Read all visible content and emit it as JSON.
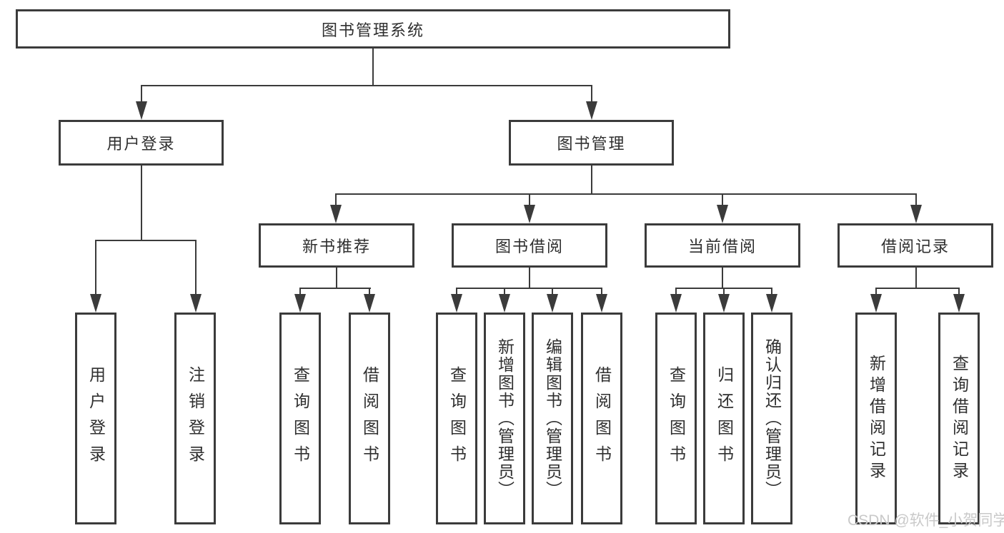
{
  "diagram": {
    "root": {
      "label": "图书管理系统"
    },
    "level2": [
      {
        "label": "用户登录"
      },
      {
        "label": "图书管理"
      }
    ],
    "level3": [
      {
        "label": "新书推荐"
      },
      {
        "label": "图书借阅"
      },
      {
        "label": "当前借阅"
      },
      {
        "label": "借阅记录"
      }
    ],
    "leaves": {
      "login": [
        "用户登录",
        "注销登录"
      ],
      "recommend": [
        "查询图书",
        "借阅图书"
      ],
      "borrow": [
        "查询图书",
        "新增图书（管理员）",
        "编辑图书（管理员）",
        "借阅图书"
      ],
      "current": [
        "查询图书",
        "归还图书",
        "确认归还（管理员）"
      ],
      "records": [
        "新增借阅记录",
        "查询借阅记录"
      ]
    }
  },
  "watermark": "CSDN @软件_小贺同学",
  "colors": {
    "line": "#3b3b3b",
    "text": "#2f2f2f",
    "background": "#ffffff",
    "watermark": "#c9c9c9"
  }
}
